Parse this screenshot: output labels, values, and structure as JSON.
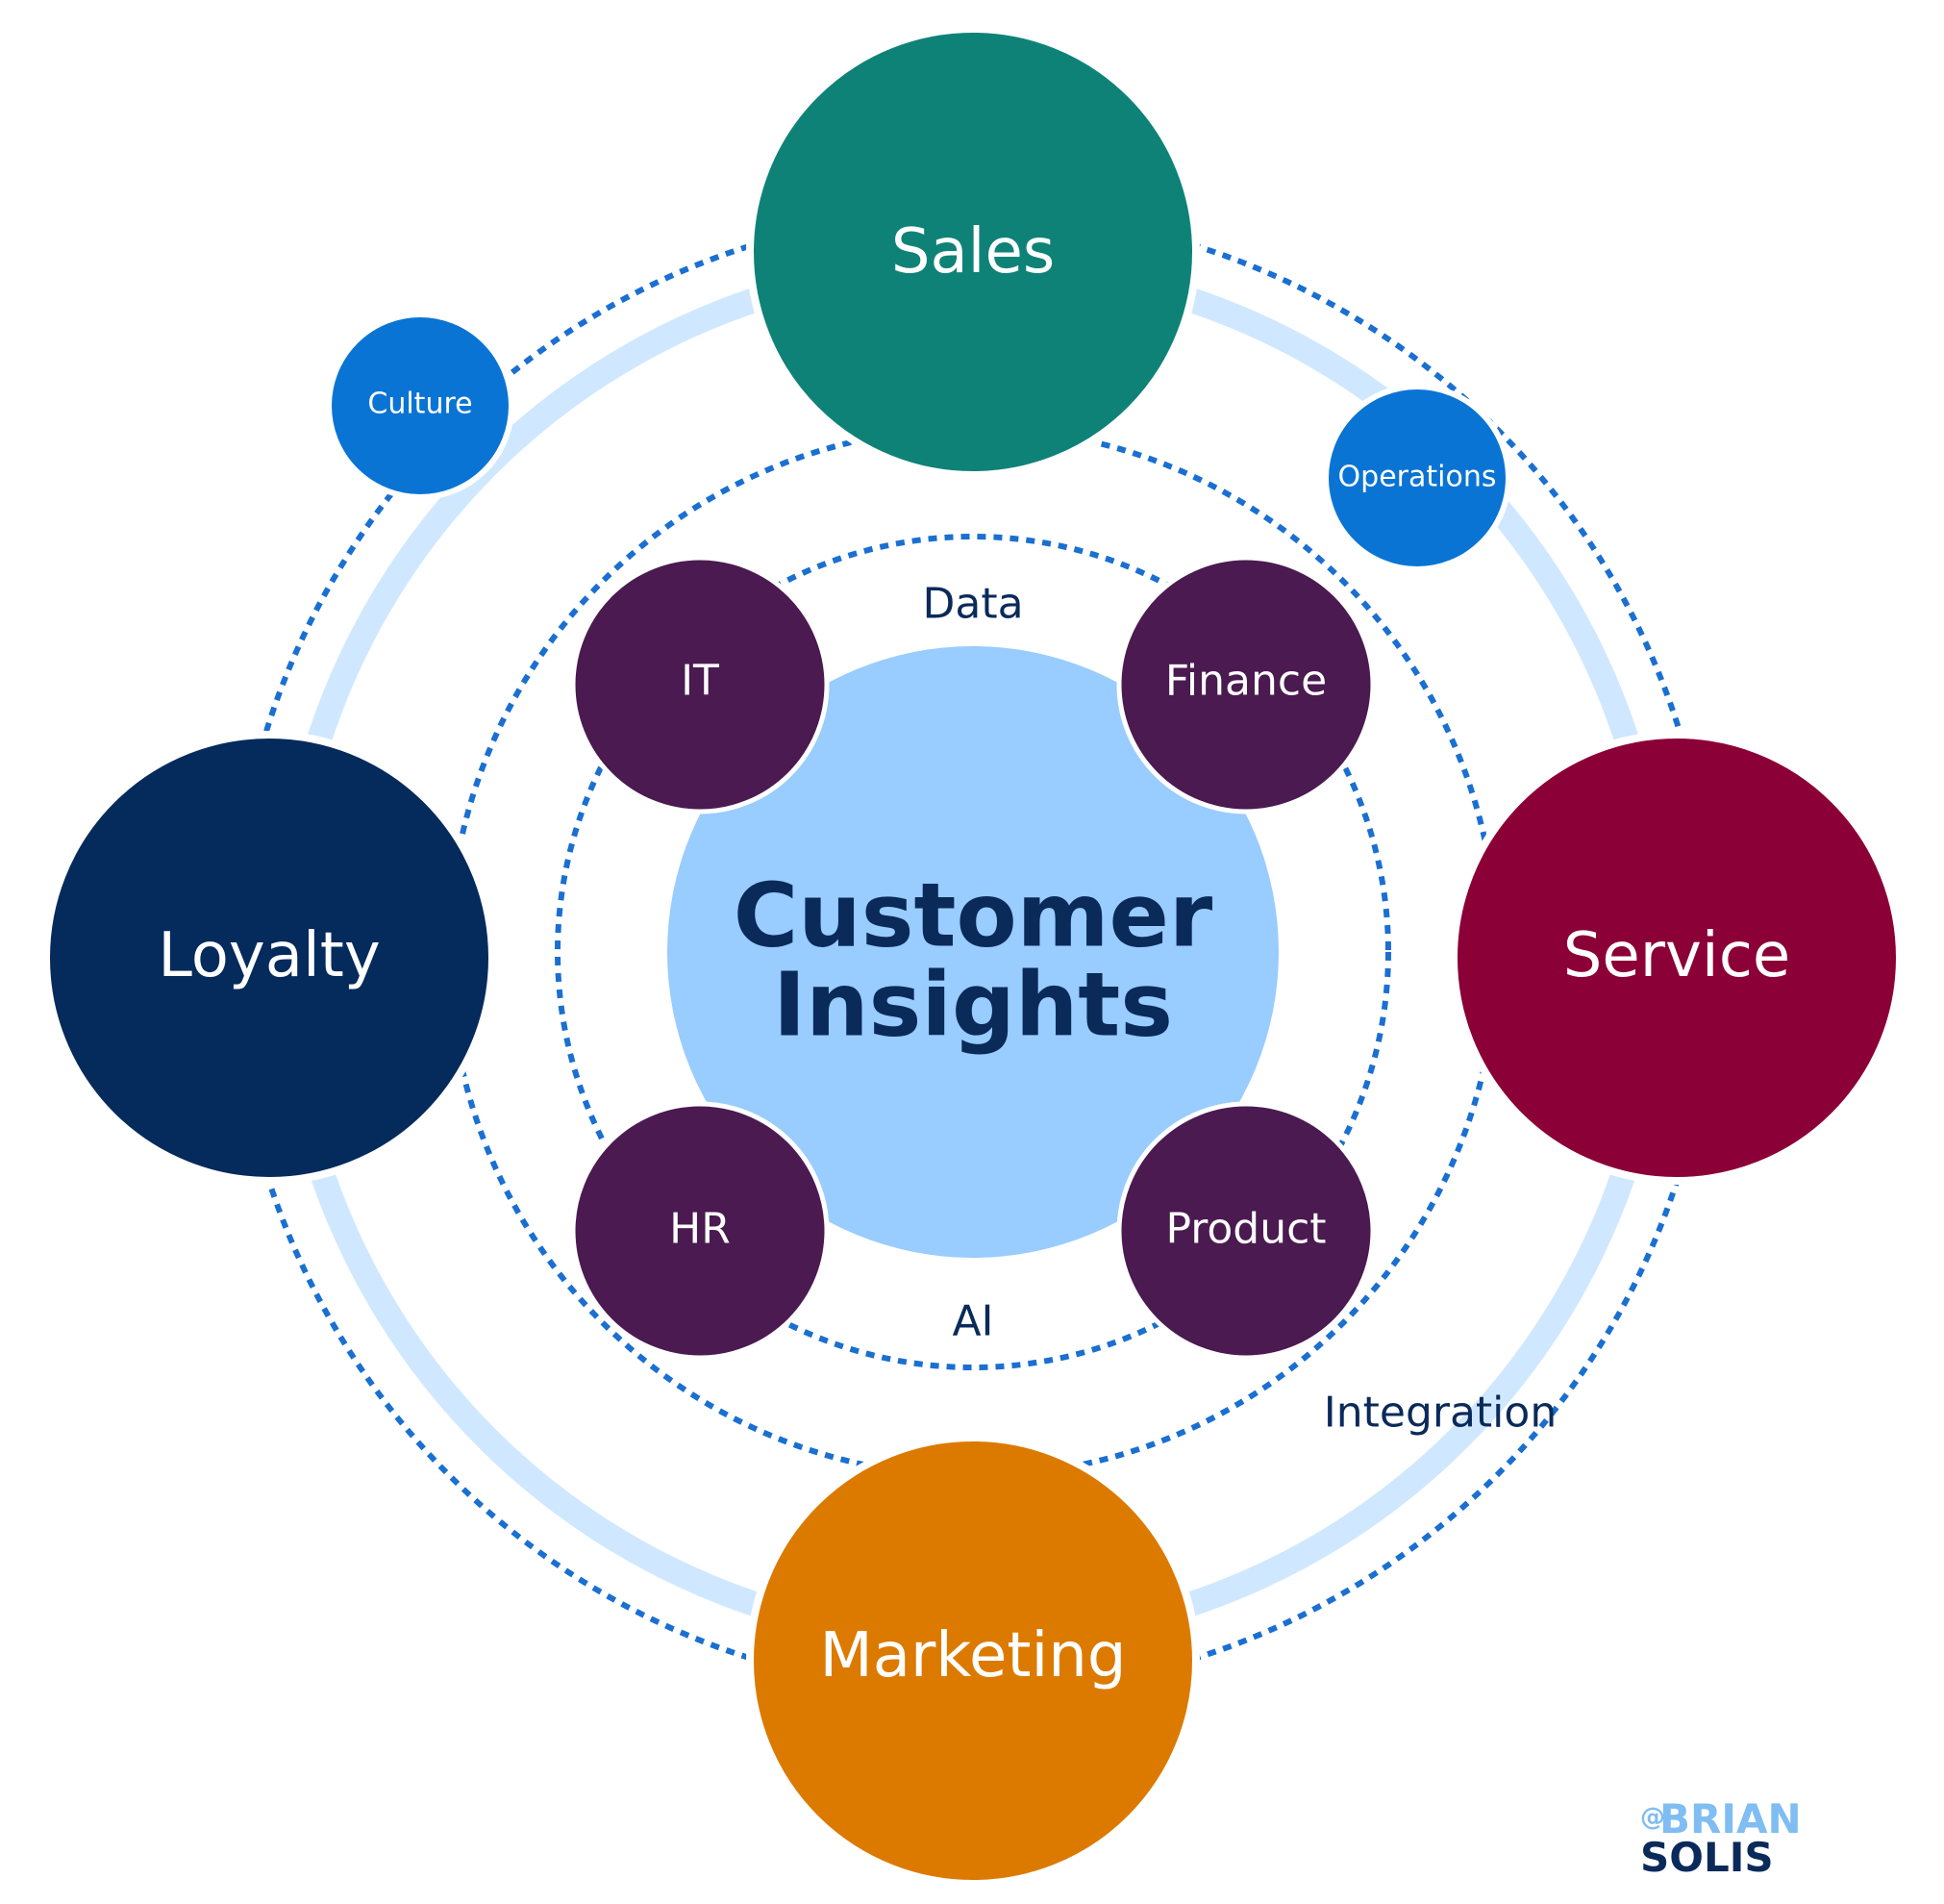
{
  "colors": {
    "dotted_ring": "#1a6fd1",
    "light_band": "#cfe8ff",
    "center_fill": "#99ccff",
    "center_text": "#0a2a5a",
    "sales": "#0f8278",
    "service": "#8b0036",
    "marketing": "#dc7a00",
    "loyalty": "#052a5c",
    "inner_nodes": "#4a1a50",
    "small_nodes": "#0a74d4",
    "logo_light": "#7fbdf2",
    "logo_dark": "#0a2a5a"
  },
  "center": {
    "line1": "Customer",
    "line2": "Insights"
  },
  "major_nodes": {
    "sales": "Sales",
    "service": "Service",
    "marketing": "Marketing",
    "loyalty": "Loyalty"
  },
  "inner_nodes": {
    "it": "IT",
    "finance": "Finance",
    "hr": "HR",
    "product": "Product"
  },
  "small_nodes": {
    "culture": "Culture",
    "operations": "Operations"
  },
  "ring_labels": {
    "data": "Data",
    "ai": "AI",
    "integration": "Integration"
  },
  "logo": {
    "at": "@",
    "line1": "BRIAN",
    "line2": "SOLIS"
  }
}
